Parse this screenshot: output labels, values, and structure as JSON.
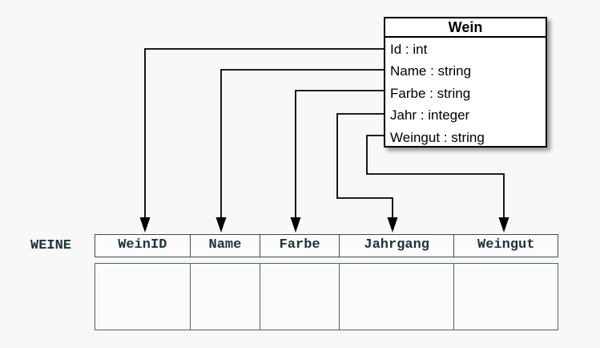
{
  "diagram": {
    "class_box": {
      "title": "Wein",
      "attributes": [
        "Id : int",
        "Name : string",
        "Farbe : string",
        "Jahr : integer",
        "Weingut : string"
      ]
    },
    "table": {
      "label": "WEINE",
      "columns": [
        "WeinID",
        "Name",
        "Farbe",
        "Jahrgang",
        "Weingut"
      ],
      "body_rows": 1
    },
    "mappings": [
      {
        "from": "Id",
        "to": "WeinID"
      },
      {
        "from": "Name",
        "to": "Name"
      },
      {
        "from": "Farbe",
        "to": "Farbe"
      },
      {
        "from": "Jahr",
        "to": "Jahrgang"
      },
      {
        "from": "Weingut",
        "to": "Weingut"
      }
    ],
    "colors": {
      "background": "#f8f8f8",
      "box_fill": "#ffffff",
      "box_border": "#000000",
      "connector": "#000000",
      "table_border_header": "#3e4e54",
      "table_border_body": "#54646a",
      "table_text": "#22333a",
      "cell_fill": "#fcfcfc"
    }
  }
}
